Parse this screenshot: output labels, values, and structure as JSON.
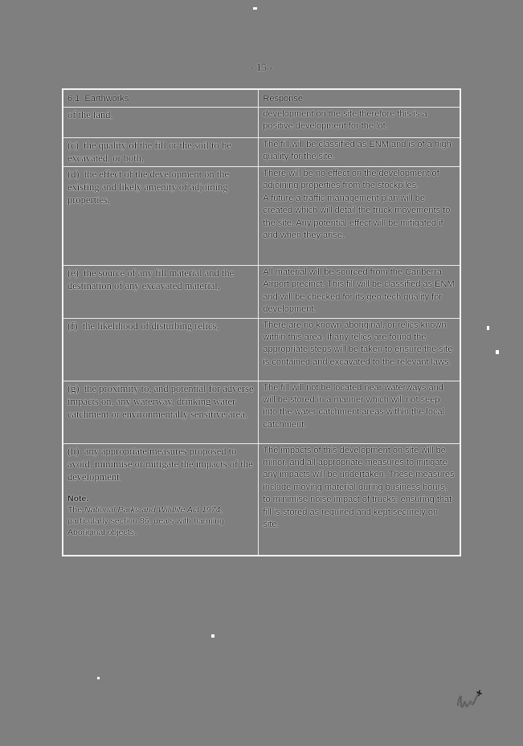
{
  "page": {
    "page_number": "- 15 -"
  },
  "table": {
    "headers": {
      "left": "6.1. Earthworks",
      "right": "Response"
    },
    "rows": [
      {
        "criterion": "of the land,",
        "response": "development on the site therefore this is a positive development for the lot."
      },
      {
        "criterion": "(c)  the quality of the fill or the soil to be excavated, or both,",
        "response": "The fill will be classified as ENM and is of a high quality for the site."
      },
      {
        "criterion": "(d)  the effect of the development on the existing and likely amenity of adjoining properties,",
        "response": "There will be no effect on the development of adjoining properties from the stockpiles.\nA future a traffic management plan will be created which will detail the truck movements to the site. Any potential effect will be mitigated if and when they arise."
      },
      {
        "criterion": "(e)  the source of any fill material and the destination of any excavated material,",
        "response": "All material will be sourced from the Canberra Airport precinct. This fill will be classified as ENM and will be checked for its geo-tech quality for development."
      },
      {
        "criterion": "(f)  the likelihood of disturbing relics,",
        "response": "There are no known aboriginal, or relics known within this area. If any relics are found the appropriate steps will be taken to ensure the site is contained and excavated to the relevant laws."
      },
      {
        "criterion": "(g)  the proximity to, and potential for adverse impacts on, any waterway, drinking water catchment or environmentally sensitive area,",
        "response": "The fill will not be located near waterways and will be stored in a manner which will not seep into the water catchment areas within the local catchment."
      },
      {
        "criterion": "(h)  any appropriate measures proposed to avoid, minimise or mitigate the impacts of the development.",
        "response": "The impacts of this development on site will be minor, and all appropriate measures to mitigate any impacts will be undertaken. These measures include moving material during business hours, to minimise noise impact of trucks; ensuring that fill is stored as required and kept securely on site.",
        "note": {
          "title": "Note.",
          "prefix": " The ",
          "act": "National Parks and Wildlife Act 1974",
          "suffix": ", particularly section 86, deals with harming Aboriginal objects."
        }
      }
    ]
  },
  "annotations": {
    "signature": "handwritten-initials"
  }
}
